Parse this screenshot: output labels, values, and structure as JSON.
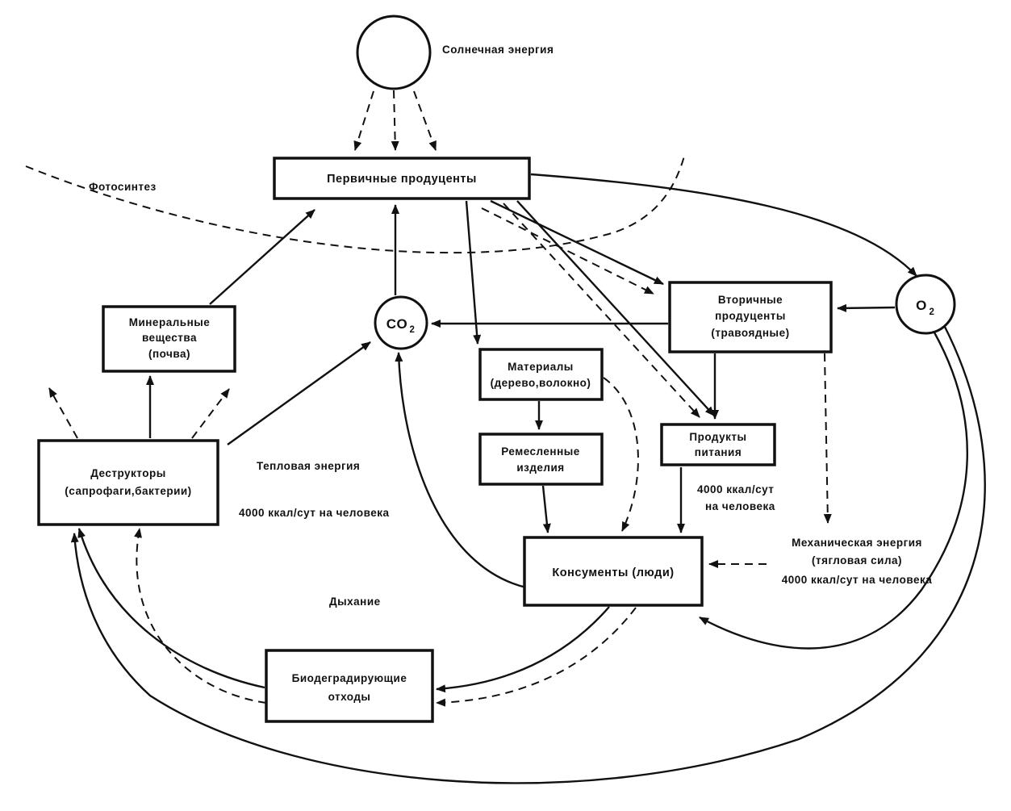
{
  "nodes": {
    "sun": {
      "label": "Солнечная энергия"
    },
    "primary": {
      "label": "Первичные продуценты"
    },
    "mineral": {
      "lines": [
        "Минеральные",
        "вещества",
        "(почва)"
      ]
    },
    "co2": {
      "label": "CO",
      "sub": "2"
    },
    "o2": {
      "label": "O",
      "sub": "2"
    },
    "secondary": {
      "lines": [
        "Вторичные",
        "продуценты",
        "(травоядные)"
      ]
    },
    "materials": {
      "lines": [
        "Материалы",
        "(дерево,волокно)"
      ]
    },
    "crafts": {
      "lines": [
        "Ремесленные",
        "изделия"
      ]
    },
    "food": {
      "lines": [
        "Продукты",
        "питания"
      ]
    },
    "destructors": {
      "lines": [
        "Деструкторы",
        "(сапрофаги,бактерии)"
      ]
    },
    "consumers": {
      "label": "Консументы  (люди)"
    },
    "waste": {
      "lines": [
        "Биодеградирующие",
        "отходы"
      ]
    }
  },
  "labels": {
    "photosynthesis": "Фотосинтез",
    "thermal": "Тепловая энергия",
    "kcal_left": "4000 ккал/сут на человека",
    "kcal_right": [
      "4000 ккал/сут",
      "на человека"
    ],
    "mech": [
      "Механическая энергия",
      "(тягловая сила)",
      "4000 ккал/сут на человека"
    ],
    "breathing": "Дыхание"
  },
  "colors": {
    "ink": "#111111",
    "background": "#ffffff"
  }
}
